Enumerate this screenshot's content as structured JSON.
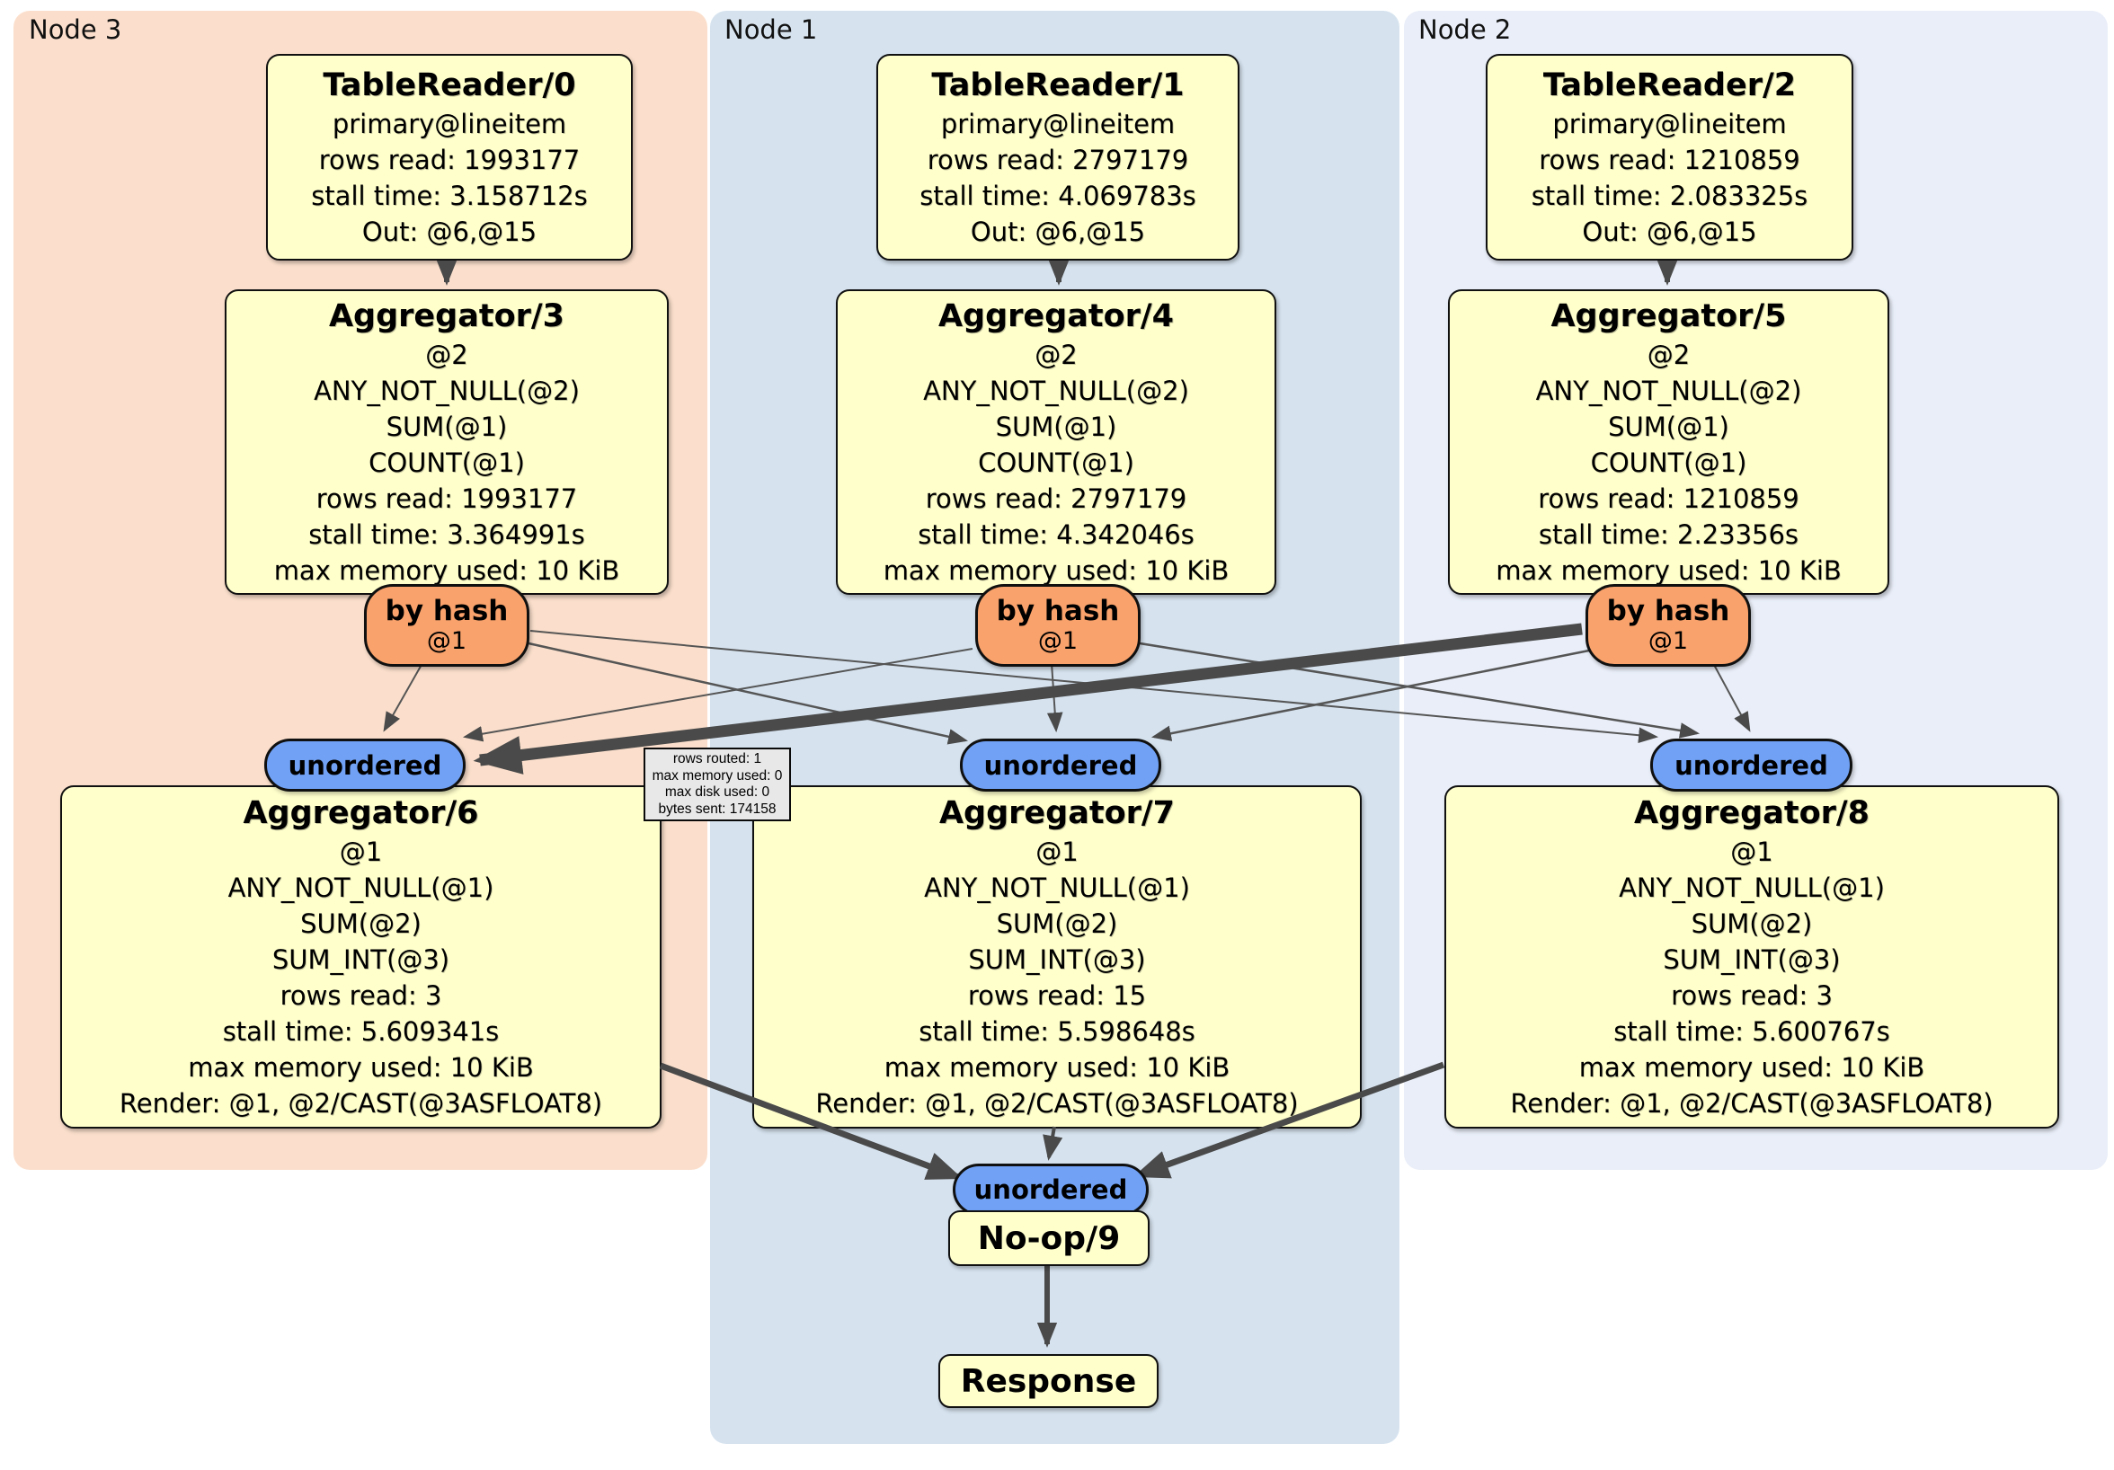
{
  "diagram": {
    "panels": {
      "node3": {
        "label": "Node 3",
        "bg": "#fbdfcc"
      },
      "node1": {
        "label": "Node 1",
        "bg": "#d6e3ef"
      },
      "node2": {
        "label": "Node 2",
        "bg": "#e9eef8"
      }
    },
    "nodes": {
      "tr0": {
        "title": "TableReader/0",
        "body": "primary@lineitem\nrows read: 1993177\nstall time: 3.158712s\nOut: @6,@15"
      },
      "tr1": {
        "title": "TableReader/1",
        "body": "primary@lineitem\nrows read: 2797179\nstall time: 4.069783s\nOut: @6,@15"
      },
      "tr2": {
        "title": "TableReader/2",
        "body": "primary@lineitem\nrows read: 1210859\nstall time: 2.083325s\nOut: @6,@15"
      },
      "agg3": {
        "title": "Aggregator/3",
        "body": "@2\nANY_NOT_NULL(@2)\nSUM(@1)\nCOUNT(@1)\nrows read: 1993177\nstall time: 3.364991s\nmax memory used: 10 KiB"
      },
      "agg4": {
        "title": "Aggregator/4",
        "body": "@2\nANY_NOT_NULL(@2)\nSUM(@1)\nCOUNT(@1)\nrows read: 2797179\nstall time: 4.342046s\nmax memory used: 10 KiB"
      },
      "agg5": {
        "title": "Aggregator/5",
        "body": "@2\nANY_NOT_NULL(@2)\nSUM(@1)\nCOUNT(@1)\nrows read: 1210859\nstall time: 2.23356s\nmax memory used: 10 KiB"
      },
      "agg6": {
        "title": "Aggregator/6",
        "body": "@1\nANY_NOT_NULL(@1)\nSUM(@2)\nSUM_INT(@3)\nrows read: 3\nstall time: 5.609341s\nmax memory used: 10 KiB\nRender: @1, @2/CAST(@3ASFLOAT8)"
      },
      "agg7": {
        "title": "Aggregator/7",
        "body": "@1\nANY_NOT_NULL(@1)\nSUM(@2)\nSUM_INT(@3)\nrows read: 15\nstall time: 5.598648s\nmax memory used: 10 KiB\nRender: @1, @2/CAST(@3ASFLOAT8)"
      },
      "agg8": {
        "title": "Aggregator/8",
        "body": "@1\nANY_NOT_NULL(@1)\nSUM(@2)\nSUM_INT(@3)\nrows read: 3\nstall time: 5.600767s\nmax memory used: 10 KiB\nRender: @1, @2/CAST(@3ASFLOAT8)"
      },
      "noop": {
        "title": "No-op/9"
      },
      "response": {
        "title": "Response"
      }
    },
    "routers": {
      "by_hash": {
        "label": "by hash",
        "key": "@1"
      },
      "unordered": {
        "label": "unordered"
      }
    },
    "edge_tooltip": {
      "body": "rows routed: 1\nmax memory used: 0\nmax disk used: 0\nbytes sent: 174158"
    },
    "edges": [
      {
        "from": "TableReader/0",
        "to": "Aggregator/3",
        "weight": "medium"
      },
      {
        "from": "TableReader/1",
        "to": "Aggregator/4",
        "weight": "medium"
      },
      {
        "from": "TableReader/2",
        "to": "Aggregator/5",
        "weight": "medium"
      },
      {
        "from": "by-hash-router-3",
        "to": "unordered-sync-6",
        "weight": "thin"
      },
      {
        "from": "by-hash-router-3",
        "to": "unordered-sync-7",
        "weight": "thin"
      },
      {
        "from": "by-hash-router-3",
        "to": "unordered-sync-8",
        "weight": "thin"
      },
      {
        "from": "by-hash-router-4",
        "to": "unordered-sync-6",
        "weight": "thin"
      },
      {
        "from": "by-hash-router-4",
        "to": "unordered-sync-7",
        "weight": "thin"
      },
      {
        "from": "by-hash-router-4",
        "to": "unordered-sync-8",
        "weight": "thin"
      },
      {
        "from": "by-hash-router-5",
        "to": "unordered-sync-6",
        "weight": "extra-thick"
      },
      {
        "from": "by-hash-router-5",
        "to": "unordered-sync-7",
        "weight": "thin"
      },
      {
        "from": "by-hash-router-5",
        "to": "unordered-sync-8",
        "weight": "thin"
      },
      {
        "from": "Aggregator/6",
        "to": "unordered-sync-9",
        "weight": "thick"
      },
      {
        "from": "Aggregator/7",
        "to": "unordered-sync-9",
        "weight": "medium"
      },
      {
        "from": "Aggregator/8",
        "to": "unordered-sync-9",
        "weight": "thick"
      },
      {
        "from": "No-op/9",
        "to": "Response",
        "weight": "medium"
      }
    ],
    "colors": {
      "node_fill": "#ffffcc",
      "node_border": "#101010",
      "hash_router_fill": "#f9a26b",
      "unordered_fill": "#70a1f5",
      "edge": "#4a4a4a",
      "tooltip_fill": "#e8e8e8",
      "panel_node3_bg": "#fbdfcc",
      "panel_node1_bg": "#d6e3ef",
      "panel_node2_bg": "#e9eef8"
    }
  }
}
